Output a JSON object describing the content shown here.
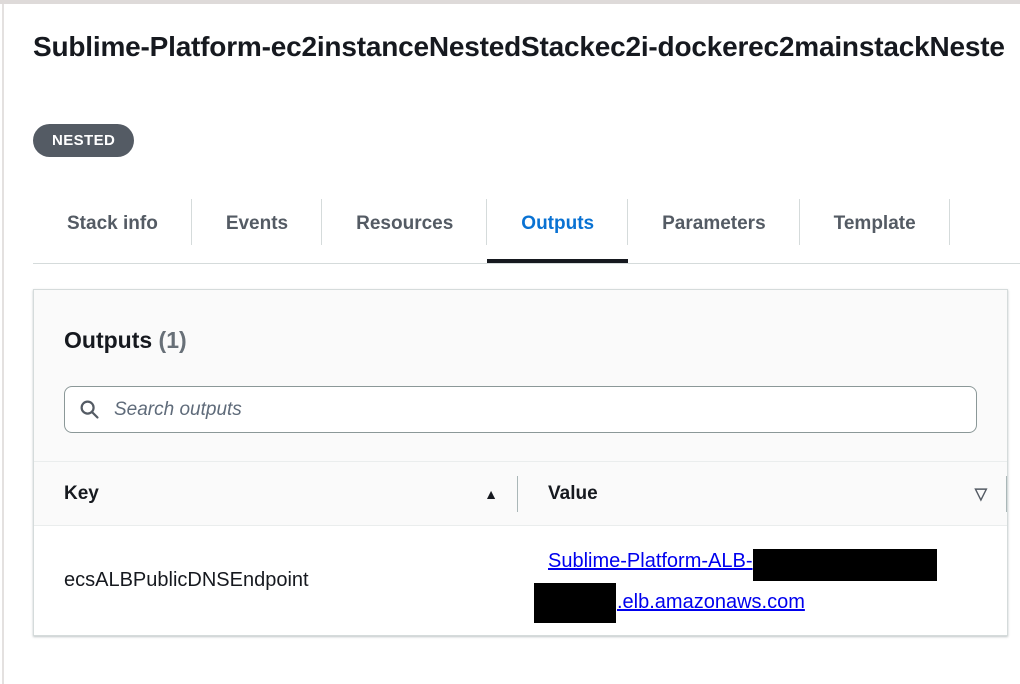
{
  "page": {
    "title": "Sublime-Platform-ec2instanceNestedStackec2i-dockerec2mainstackNeste",
    "badge_label": "NESTED"
  },
  "tabs": {
    "items": [
      {
        "label": "Stack info",
        "active": false
      },
      {
        "label": "Events",
        "active": false
      },
      {
        "label": "Resources",
        "active": false
      },
      {
        "label": "Outputs",
        "active": true
      },
      {
        "label": "Parameters",
        "active": false
      },
      {
        "label": "Template",
        "active": false
      }
    ]
  },
  "outputs_panel": {
    "heading": "Outputs",
    "count": "(1)",
    "search_placeholder": "Search outputs",
    "search_icon": "magnifier-icon",
    "table": {
      "key_header": "Key",
      "key_sort_icon": "▲",
      "key_sort_state": "ascending",
      "value_header": "Value",
      "value_sort_icon": "▽",
      "value_sort_state": "none",
      "rows": [
        {
          "key": "ecsALBPublicDNSEndpoint",
          "value_link_part1": "Sublime-Platform-ALB-",
          "value_link_part2": ".elb.amazonaws.com",
          "redacted": true
        }
      ]
    }
  },
  "colors": {
    "active_tab_blue": "#0972d3",
    "link_blue": "#0000ee",
    "badge_background": "#545b64",
    "tab_underline": "#16191f",
    "card_header_background": "#fafafa",
    "border_light": "#d5dbdb"
  }
}
